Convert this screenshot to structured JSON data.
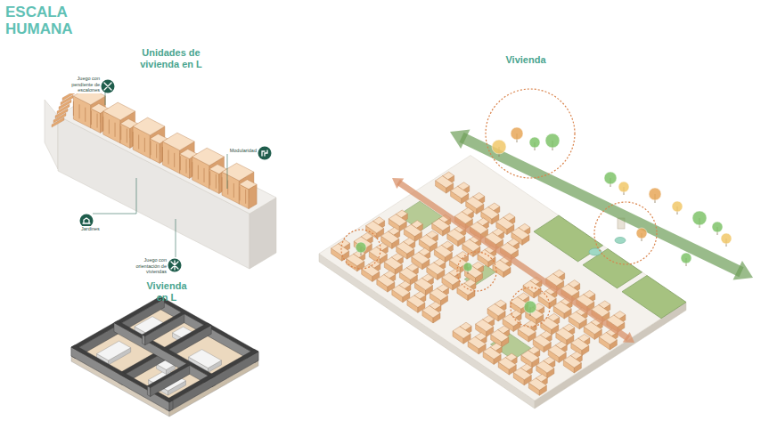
{
  "diagram": {
    "title": "ESCALA HUMANA",
    "nodes": [
      {
        "text": [
          "Juego con pendiente de escalones"
        ]
      },
      {
        "text": [
          "Modularidad"
        ]
      },
      {
        "text": [
          "Jardines"
        ]
      },
      {
        "text": [
          "Juego con orientación de viviendas"
        ]
      }
    ],
    "labels": [
      "Unidades de vivienda en L",
      "Vivienda en L",
      "Vivienda"
    ]
  }
}
